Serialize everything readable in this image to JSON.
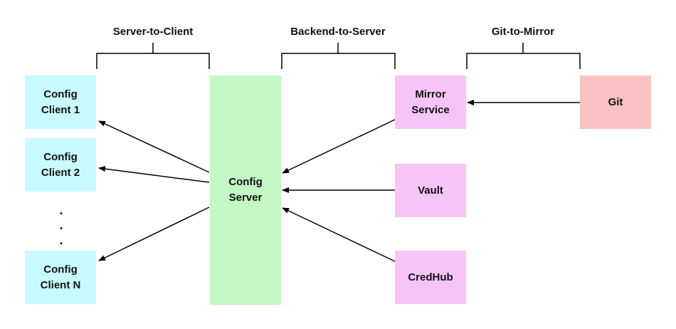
{
  "groups": {
    "server_to_client": "Server-to-Client",
    "backend_to_server": "Backend-to-Server",
    "git_to_mirror": "Git-to-Mirror"
  },
  "nodes": {
    "client1": "Config\nClient 1",
    "client2": "Config\nClient 2",
    "clientN": "Config\nClient N",
    "ellipsis": ".\n.\n.",
    "config_server": "Config\nServer",
    "mirror_service": "Mirror\nService",
    "vault": "Vault",
    "credhub": "CredHub",
    "git": "Git"
  },
  "colors": {
    "client": "#c8fbff",
    "server": "#c3f8c4",
    "backend": "#f8c4f8",
    "git": "#f8c3c2",
    "line": "#000000"
  }
}
